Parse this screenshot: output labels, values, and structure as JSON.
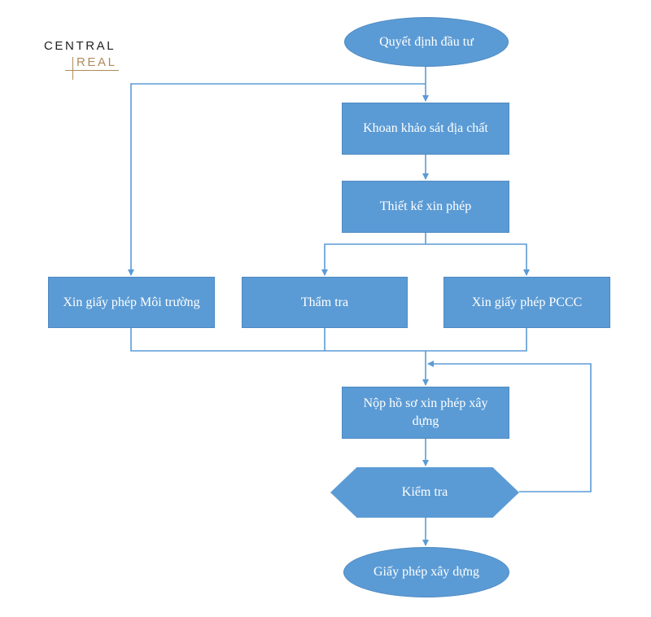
{
  "logo": {
    "line1": "CENTRAL",
    "line2": "REAL"
  },
  "colors": {
    "node_fill": "#5b9bd5",
    "connector": "#5b9bd5",
    "text": "#ffffff",
    "logo_dark": "#222222",
    "logo_gold": "#b08a5c"
  },
  "flowchart": {
    "nodes": {
      "quyet_dinh": "Quyết định đầu tư",
      "khoan_khao_sat": "Khoan khảo sát địa chất",
      "thiet_ke": "Thiết kế xin phép",
      "moi_truong": "Xin giấy phép Môi trường",
      "tham_tra": "Thẩm tra",
      "pccc": "Xin giấy phép PCCC",
      "nop_ho_so": "Nộp hồ sơ xin phép xây dựng",
      "kiem_tra": "Kiểm tra",
      "giay_phep": "Giấy phép xây dựng"
    }
  }
}
